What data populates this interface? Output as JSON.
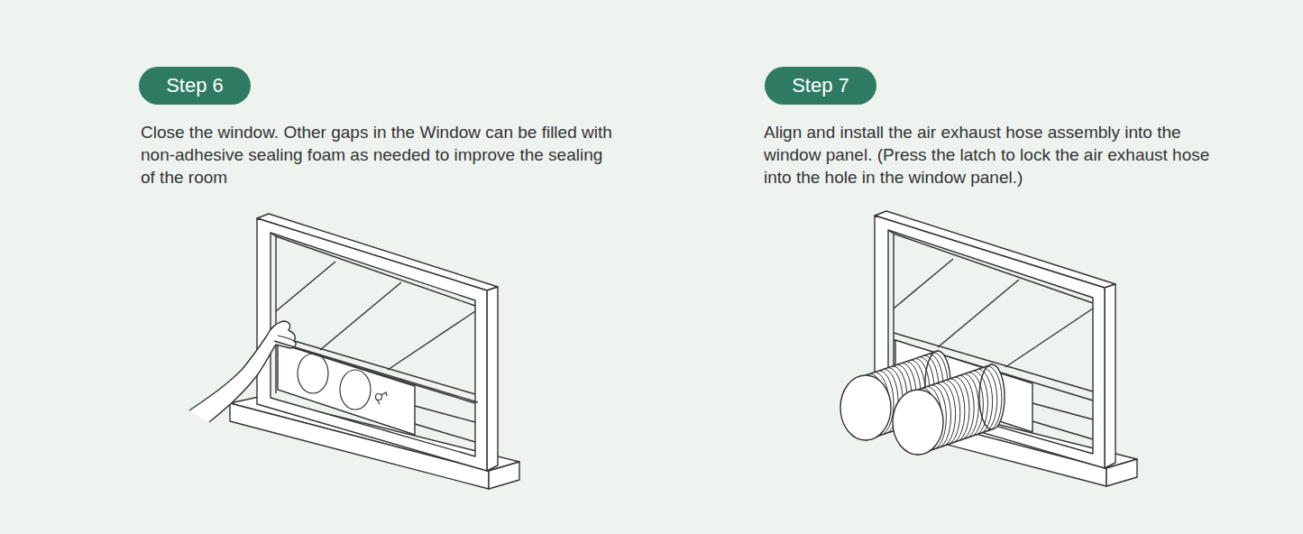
{
  "diagram": {
    "nodes": [
      {
        "text": [
          "Step 6"
        ]
      },
      {
        "text": [
          "Step 7"
        ]
      }
    ],
    "labels": [
      "Close the window. Other gaps in the Window can be filled with non-adhesive sealing foam as needed to improve the sealing of the room",
      "Align and install the air exhaust hose assembly into the window panel. (Press the latch to lock the air exhaust hose into the hole in the window panel.)"
    ]
  }
}
